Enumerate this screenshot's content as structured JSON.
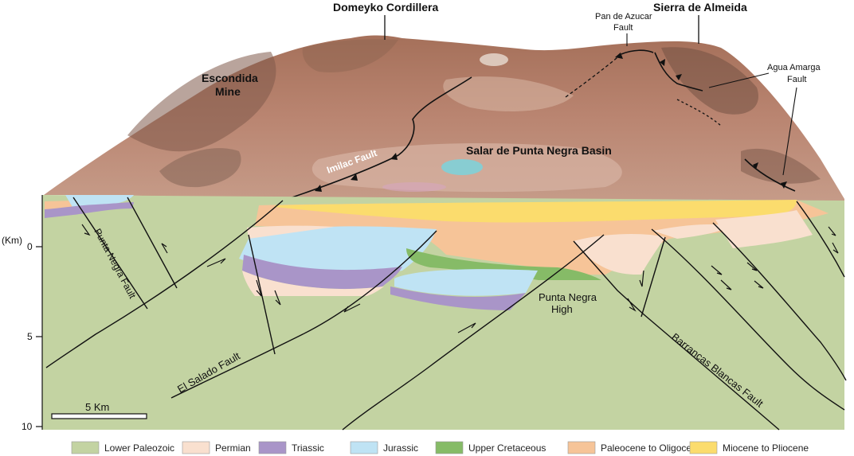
{
  "surface_labels": {
    "domeyko": "Domeyko Cordillera",
    "almeida": "Sierra de Almeida",
    "pan_de_azucar_1": "Pan de Azucar",
    "pan_de_azucar_2": "Fault",
    "agua_amarga_1": "Agua Amarga",
    "agua_amarga_2": "Fault",
    "escondida_1": "Escondida",
    "escondida_2": "Mine",
    "salar": "Salar de Punta Negra Basin",
    "imilac": "Imilac Fault"
  },
  "section_labels": {
    "punta_negra_fault": "Punta Negra Fault",
    "el_salado_fault": "El Salado Fault",
    "barrancas_fault": "Barrancas Blancas Fault",
    "punta_negra_high_1": "Punta Negra",
    "punta_negra_high_2": "High"
  },
  "axis": {
    "unit": "(Km)",
    "ticks": [
      "0",
      "5",
      "10"
    ]
  },
  "scale_bar": {
    "label": "5 Km"
  },
  "legend": [
    {
      "name": "Lower Paleozoic",
      "color": "#c3d3a2"
    },
    {
      "name": "Permian",
      "color": "#f9e0cf"
    },
    {
      "name": "Triassic",
      "color": "#a995c8"
    },
    {
      "name": "Jurassic",
      "color": "#bfe3f4"
    },
    {
      "name": "Upper Cretaceous",
      "color": "#86bb67"
    },
    {
      "name": "Paleocene to Oligocene",
      "color": "#f6c498"
    },
    {
      "name": "Miocene to Pliocene",
      "color": "#fbdc6d"
    }
  ]
}
